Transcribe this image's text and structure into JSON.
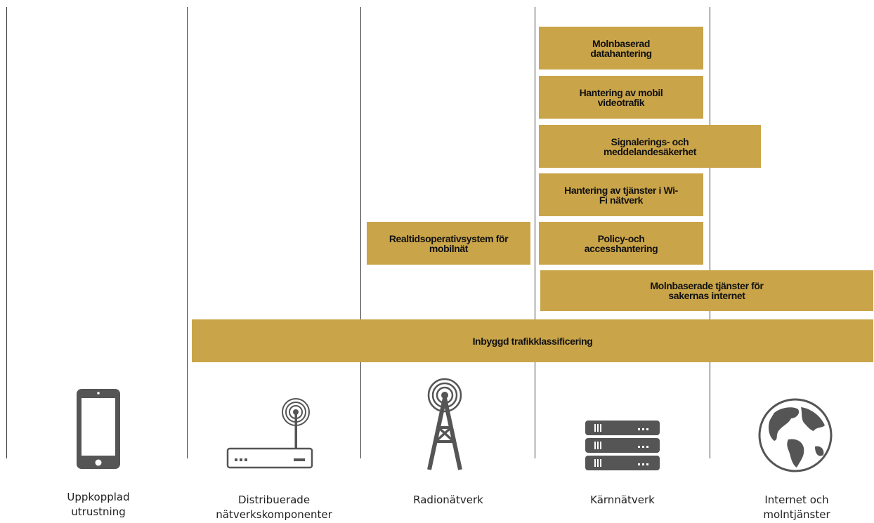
{
  "boxes": {
    "molnbaserad_datahantering": "Molnbaserad\ndatahantering",
    "mobil_videotrafik": "Hantering av mobil\nvideotrafik",
    "signalering": "Signalerings- och\nmeddelandesäkerhet",
    "wifi": "Hantering av tjänster i Wi-\nFi nätverk",
    "policy": "Policy-och\naccesshantering",
    "realtid": "Realtidsoperativsystem för\nmobilnät",
    "iot": "Molnbaserade tjänster för\nsakernas internet",
    "trafikklassificering": "Inbyggd trafikklassificering"
  },
  "columns": [
    {
      "label": "Uppkopplad\nutrustning",
      "icon": "smartphone-icon"
    },
    {
      "label": "Distribuerade\nnätverkskomponenter",
      "icon": "wireless-router-icon"
    },
    {
      "label": "Radionätverk",
      "icon": "radio-tower-icon"
    },
    {
      "label": "Kärnnätverk",
      "icon": "server-rack-icon"
    },
    {
      "label": "Internet och\nmolntjänster",
      "icon": "globe-icon"
    }
  ],
  "colors": {
    "box_fill": "#c9a449",
    "icon": "#555555",
    "divider": "#3a3a3a"
  }
}
